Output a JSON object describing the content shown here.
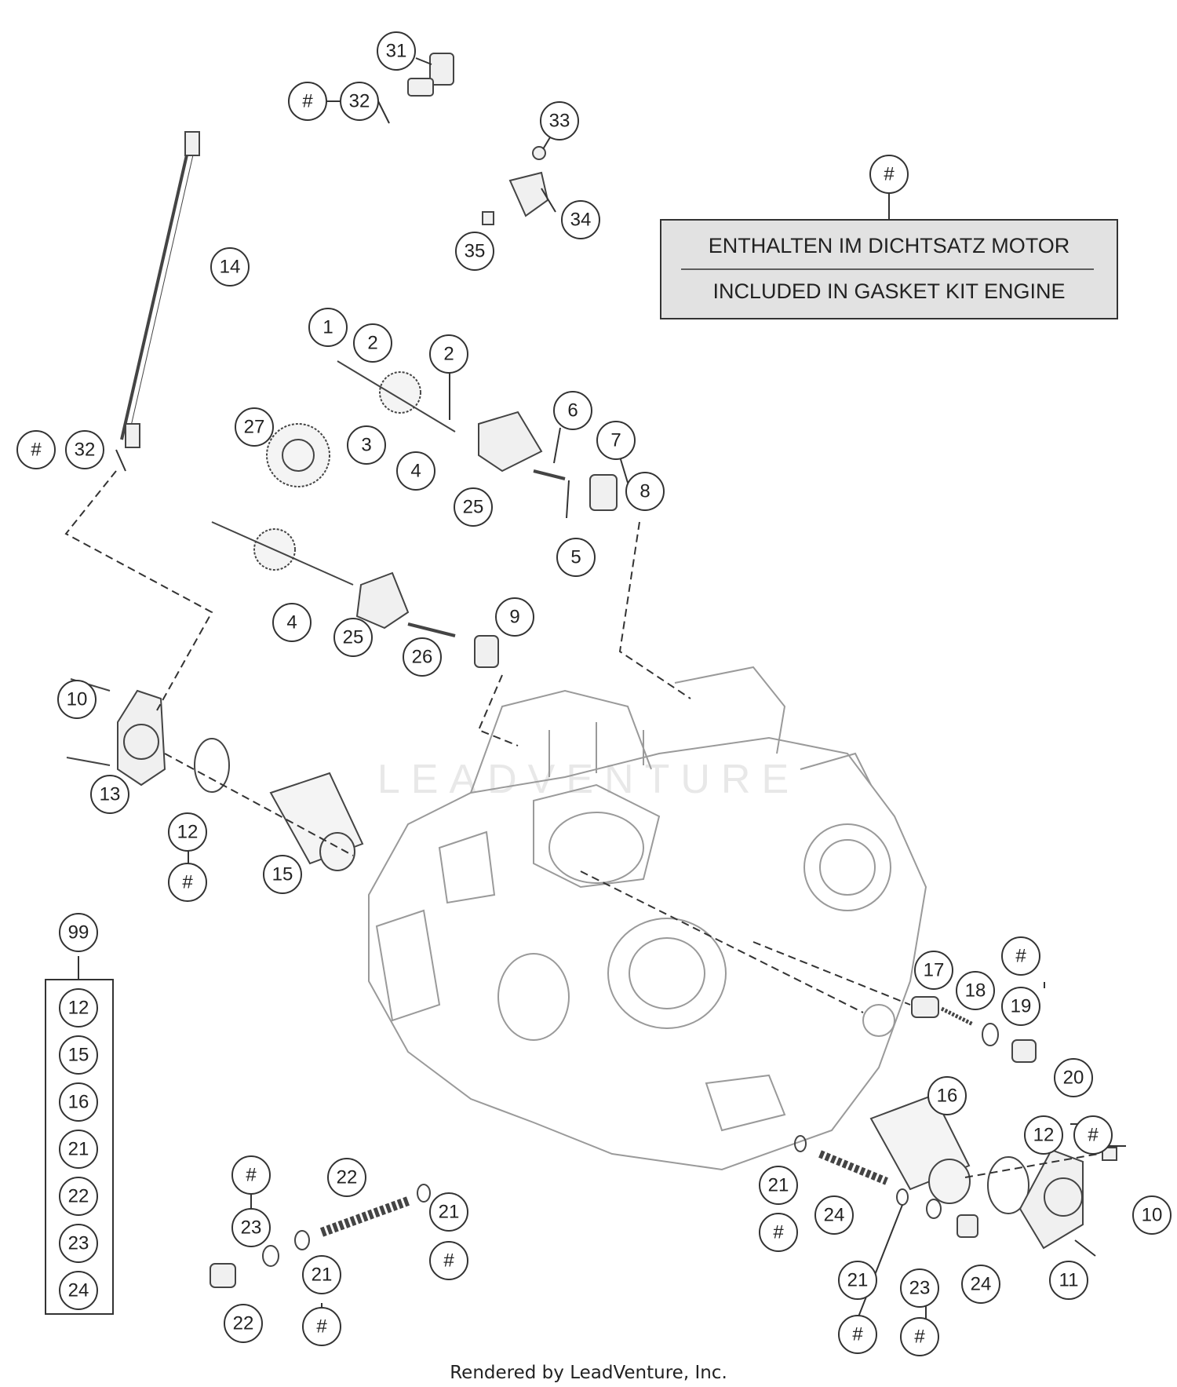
{
  "legend": {
    "marker": "#",
    "line1": "ENTHALTEN IM DICHTSATZ MOTOR",
    "line2": "INCLUDED IN GASKET KIT ENGINE"
  },
  "kit": {
    "number": "99",
    "items": [
      "12",
      "15",
      "16",
      "21",
      "22",
      "23",
      "24"
    ]
  },
  "watermark": "LEADVENTURE",
  "credit": "Rendered by LeadVenture, Inc.",
  "callouts": [
    "31",
    "#",
    "32",
    "33",
    "34",
    "35",
    "14",
    "1",
    "2",
    "2",
    "27",
    "3",
    "4",
    "6",
    "7",
    "25",
    "8",
    "5",
    "#",
    "32",
    "9",
    "4",
    "25",
    "26",
    "10",
    "13",
    "12",
    "#",
    "15",
    "16",
    "17",
    "18",
    "#",
    "19",
    "20",
    "12",
    "#",
    "10",
    "11",
    "#",
    "23",
    "22",
    "21",
    "#",
    "21",
    "#",
    "24",
    "21",
    "#",
    "22",
    "21",
    "#",
    "23",
    "#",
    "24"
  ],
  "colors": {
    "line": "#333333",
    "panel": "#e2e2e2",
    "sketch": "#9a9a9a"
  }
}
